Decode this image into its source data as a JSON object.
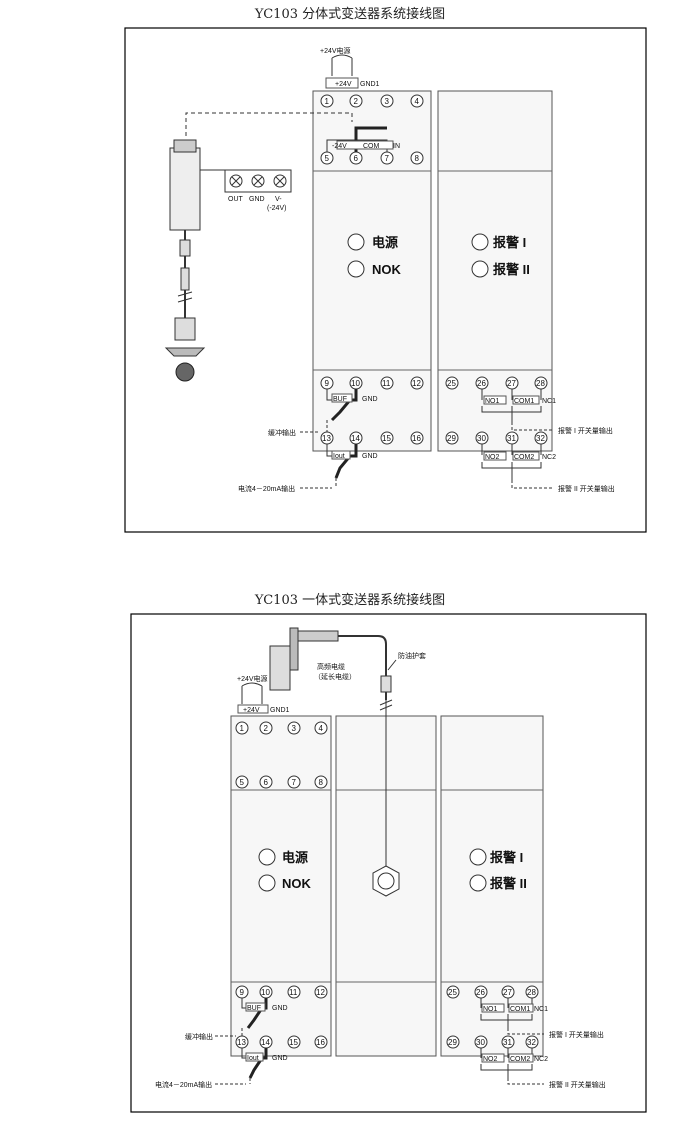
{
  "diagram1": {
    "title": "YC103 分体式变送器系统接线图",
    "power_label": "+24V电源",
    "top_terminals": [
      "1",
      "2",
      "3",
      "4",
      "5",
      "6",
      "7",
      "8"
    ],
    "pin_labels": {
      "p24v": "+24V",
      "gnd1": "GND1",
      "m24v": "-24V",
      "com": "COM",
      "in": "IN"
    },
    "probe_labels": {
      "out": "OUT",
      "gnd": "GND",
      "v": "V-",
      "v_note": "(-24V)"
    },
    "leds_left": {
      "power": "电源",
      "nok": "NOK"
    },
    "leds_right": {
      "alarm1": "报警 I",
      "alarm2": "报警 II"
    },
    "bottom_left_terminals": [
      "9",
      "10",
      "11",
      "12",
      "13",
      "14",
      "15",
      "16"
    ],
    "bottom_right_terminals": [
      "25",
      "26",
      "27",
      "28",
      "29",
      "30",
      "31",
      "32"
    ],
    "buf": "BUF",
    "gnd": "GND",
    "iout": "Iout",
    "buffer_output": "缓冲输出",
    "current_output": "电流4－20mA输出",
    "relay1": {
      "no": "NO1",
      "com": "COM1",
      "nc": "NC1",
      "label": "报警 I 开关量输出"
    },
    "relay2": {
      "no": "NO2",
      "com": "COM2",
      "nc": "NC2",
      "label": "报警 II 开关量输出"
    }
  },
  "diagram2": {
    "title": "YC103 一体式变送器系统接线图",
    "cable_label_1": "高频电缆",
    "cable_label_2": "（延长电缆）",
    "sleeve_label": "防油护套",
    "power_label": "+24V电源",
    "top_terminals": [
      "1",
      "2",
      "3",
      "4",
      "5",
      "6",
      "7",
      "8"
    ],
    "pin_labels": {
      "p24v": "+24V",
      "gnd1": "GND1"
    },
    "leds_left": {
      "power": "电源",
      "nok": "NOK"
    },
    "leds_right": {
      "alarm1": "报警 I",
      "alarm2": "报警 II"
    },
    "bottom_left_terminals": [
      "9",
      "10",
      "11",
      "12",
      "13",
      "14",
      "15",
      "16"
    ],
    "bottom_right_terminals": [
      "25",
      "26",
      "27",
      "28",
      "29",
      "30",
      "31",
      "32"
    ],
    "buf": "BUF",
    "gnd": "GND",
    "iout": "Iout",
    "buffer_output": "缓冲输出",
    "current_output": "电流4－20mA输出",
    "relay1": {
      "no": "NO1",
      "com": "COM1",
      "nc": "NC1",
      "label": "报警 I 开关量输出"
    },
    "relay2": {
      "no": "NO2",
      "com": "COM2",
      "nc": "NC2",
      "label": "报警 II 开关量输出"
    }
  }
}
